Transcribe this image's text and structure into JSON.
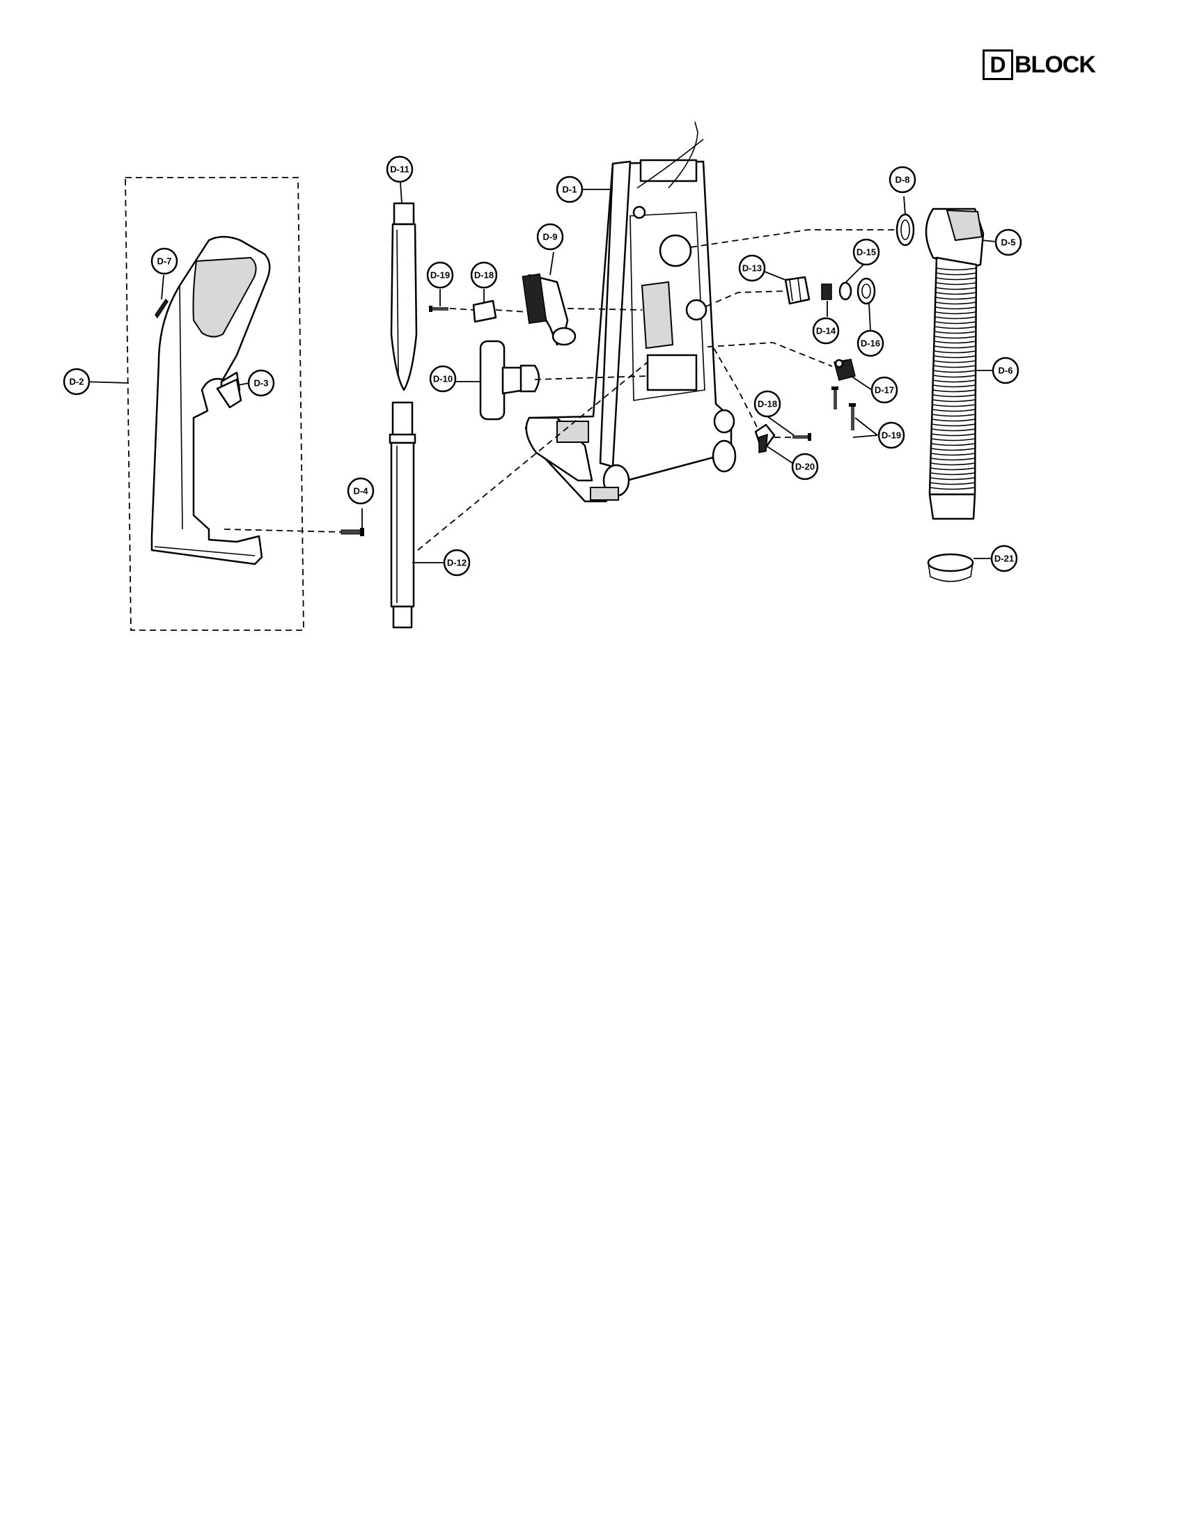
{
  "block": {
    "letter": "D",
    "word": "BLOCK"
  },
  "callouts": [
    {
      "id": "d1",
      "label": "D-1"
    },
    {
      "id": "d2",
      "label": "D-2"
    },
    {
      "id": "d3",
      "label": "D-3"
    },
    {
      "id": "d4",
      "label": "D-4"
    },
    {
      "id": "d5",
      "label": "D-5"
    },
    {
      "id": "d6",
      "label": "D-6"
    },
    {
      "id": "d7",
      "label": "D-7"
    },
    {
      "id": "d8",
      "label": "D-8"
    },
    {
      "id": "d9",
      "label": "D-9"
    },
    {
      "id": "d10",
      "label": "D-10"
    },
    {
      "id": "d11",
      "label": "D-11"
    },
    {
      "id": "d12",
      "label": "D-12"
    },
    {
      "id": "d13",
      "label": "D-13"
    },
    {
      "id": "d14",
      "label": "D-14"
    },
    {
      "id": "d15",
      "label": "D-15"
    },
    {
      "id": "d16",
      "label": "D-16"
    },
    {
      "id": "d17",
      "label": "D-17"
    },
    {
      "id": "d18a",
      "label": "D-18"
    },
    {
      "id": "d18b",
      "label": "D-18"
    },
    {
      "id": "d19a",
      "label": "D-19"
    },
    {
      "id": "d19b",
      "label": "D-19"
    },
    {
      "id": "d20",
      "label": "D-20"
    },
    {
      "id": "d21",
      "label": "D-21"
    }
  ]
}
